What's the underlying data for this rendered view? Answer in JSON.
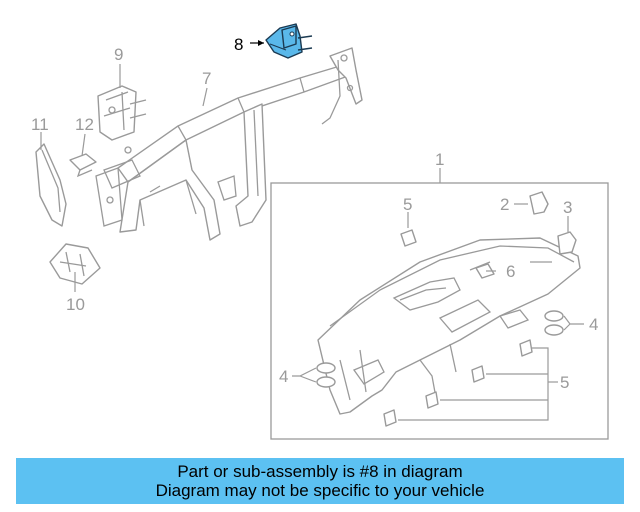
{
  "diagram": {
    "callouts": {
      "c1": "1",
      "c2": "2",
      "c3": "3",
      "c4a": "4",
      "c4b": "4",
      "c5a": "5",
      "c5b": "5",
      "c6": "6",
      "c7": "7",
      "c8": "8",
      "c9": "9",
      "c10": "10",
      "c11": "11",
      "c12": "12"
    },
    "highlight_part": "8",
    "colors": {
      "highlight": "#5ab8ea",
      "line": "#9a9a9a",
      "banner": "#5cc1f2"
    }
  },
  "banner": {
    "line1": "Part or sub-assembly is #8 in diagram",
    "line2": "Diagram may not be specific to your vehicle"
  }
}
